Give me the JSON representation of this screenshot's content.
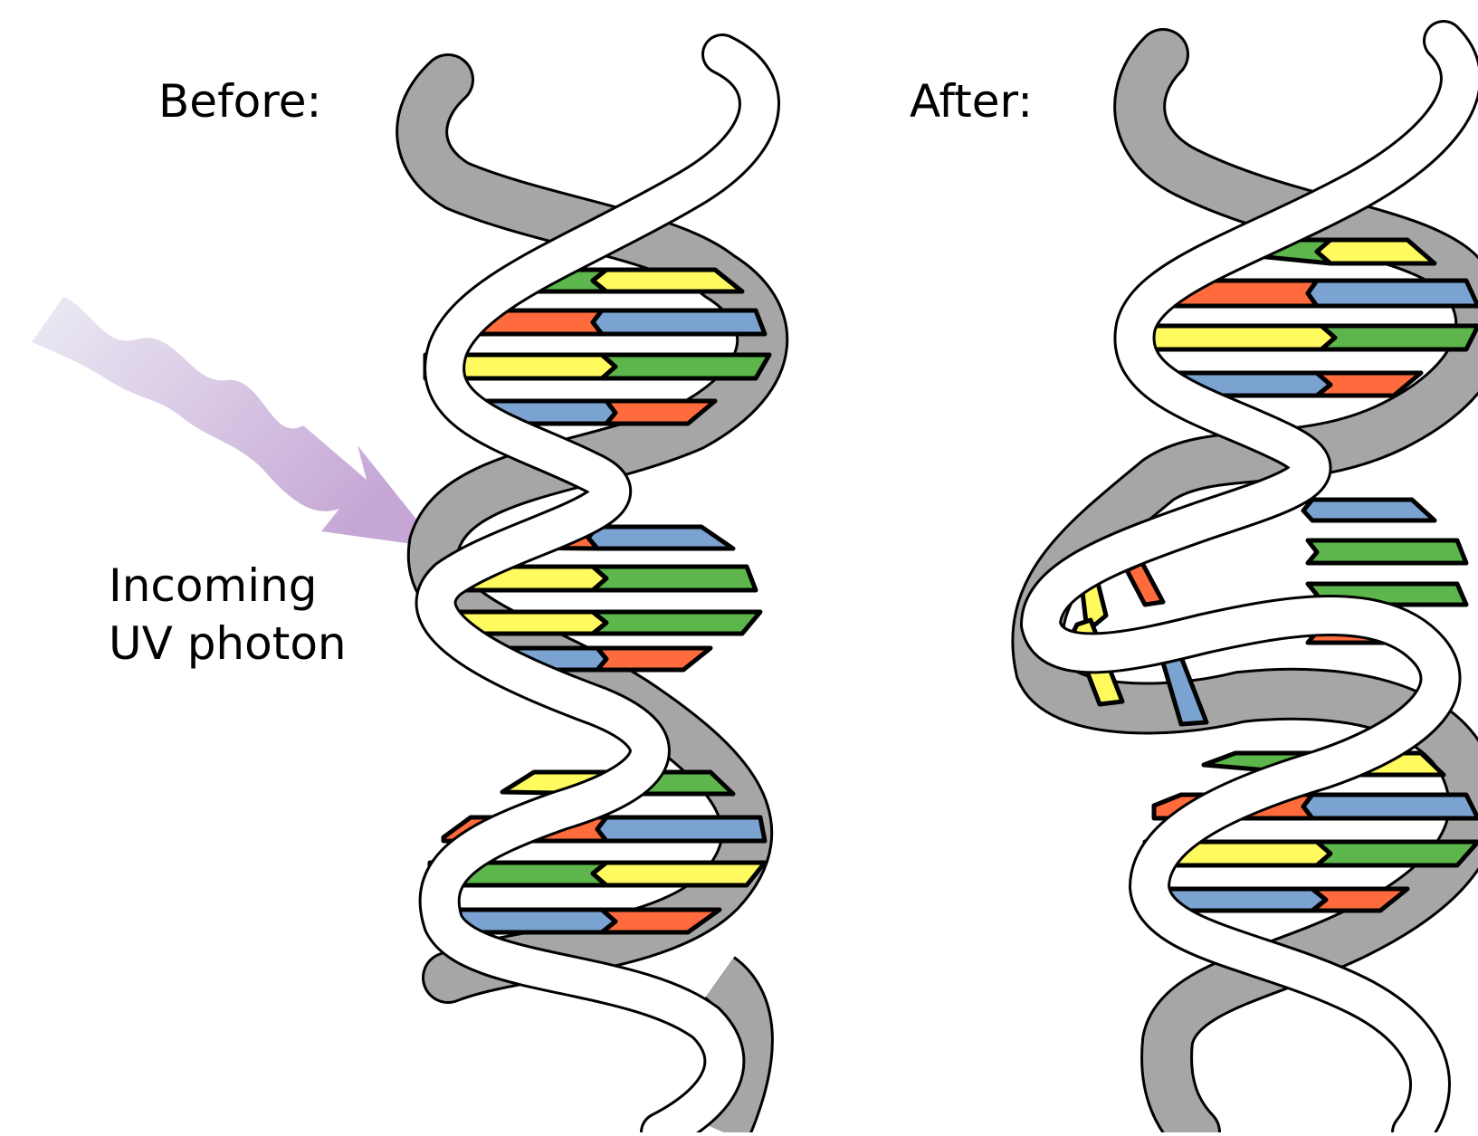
{
  "labels": {
    "before": "Before:",
    "after": "After:",
    "photon_line1": "Incoming",
    "photon_line2": "UV photon"
  },
  "colors": {
    "base_green": "#5db64b",
    "base_yellow": "#fffa5e",
    "base_orange": "#ff6b3d",
    "base_blue": "#7aa3d1",
    "backbone_front": "#ffffff",
    "backbone_back": "#a6a6a6",
    "outline": "#000000",
    "photon": "#c7a8d8"
  }
}
